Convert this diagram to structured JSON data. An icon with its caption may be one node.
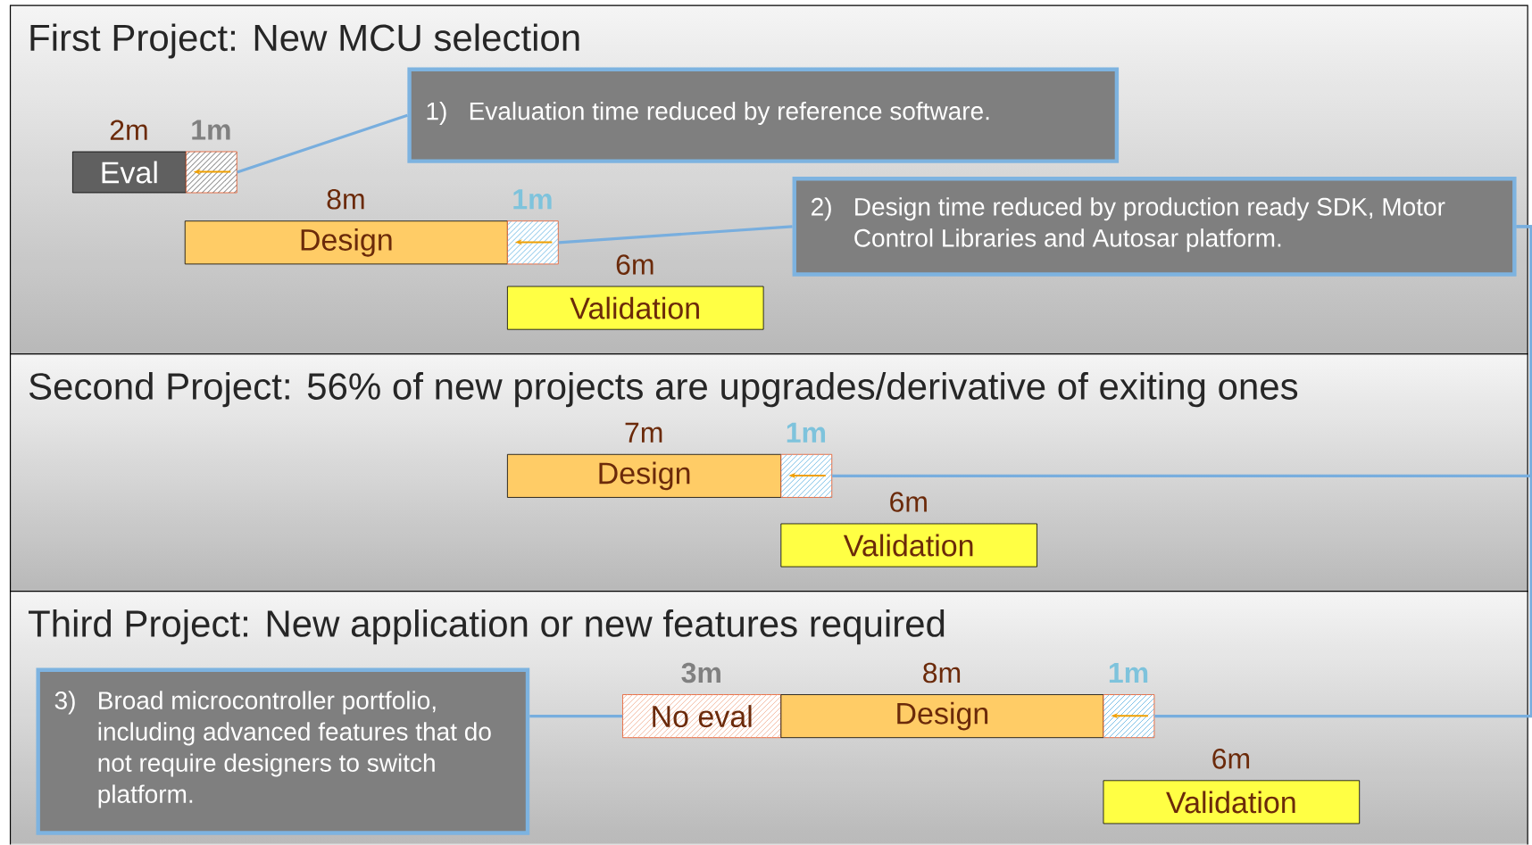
{
  "diagram": {
    "nodes": [
      {
        "text": [
          "First Project: New MCU selection"
        ]
      },
      {
        "text": [
          "Eval"
        ],
        "in": 0,
        "beside": [
          "2m"
        ]
      },
      {
        "text": [],
        "shape": "box",
        "in": 0,
        "beside": [
          "1m"
        ]
      },
      {
        "text": [
          "1)",
          "Evaluation time reduced by reference software."
        ],
        "in": 0
      },
      {
        "text": [
          "Design"
        ],
        "in": 0,
        "beside": [
          "8m"
        ]
      },
      {
        "text": [],
        "shape": "box",
        "in": 0,
        "beside": [
          "1m"
        ]
      },
      {
        "text": [
          "Validation"
        ],
        "in": 0,
        "beside": [
          "6m"
        ]
      },
      {
        "text": [
          "2)",
          "Design time reduced by production ready SDK, Motor Control Libraries and Autosar platform."
        ],
        "in": 0
      },
      {
        "text": [
          "Second Project: 56% of new projects are upgrades/derivative of exiting ones"
        ]
      },
      {
        "text": [
          "Design"
        ],
        "in": 8,
        "beside": [
          "7m"
        ]
      },
      {
        "text": [],
        "shape": "box",
        "in": 8,
        "beside": [
          "1m"
        ]
      },
      {
        "text": [
          "Validation"
        ],
        "in": 8,
        "beside": [
          "6m"
        ]
      },
      {
        "text": [
          "Third Project: New application or new features required"
        ]
      },
      {
        "text": [
          "3)",
          "Broad microcontroller portfolio, including advanced features that do not require designers to switch platform."
        ],
        "in": 12
      },
      {
        "text": [
          "No eval"
        ],
        "in": 12,
        "beside": [
          "3m"
        ]
      },
      {
        "text": [
          "Design"
        ],
        "in": 12,
        "beside": [
          "8m"
        ]
      },
      {
        "text": [],
        "shape": "box",
        "in": 12,
        "beside": [
          "1m"
        ]
      },
      {
        "text": [
          "Validation"
        ],
        "in": 12,
        "beside": [
          "6m"
        ]
      }
    ],
    "edges": [
      {
        "from": 3,
        "to": 2,
        "arrow": "none"
      },
      {
        "from": 7,
        "to": 5,
        "arrow": "none"
      },
      {
        "from": 7,
        "to": 10,
        "arrow": "none"
      },
      {
        "from": 7,
        "to": 16,
        "arrow": "none"
      },
      {
        "from": 13,
        "to": 14,
        "arrow": "none"
      }
    ]
  }
}
